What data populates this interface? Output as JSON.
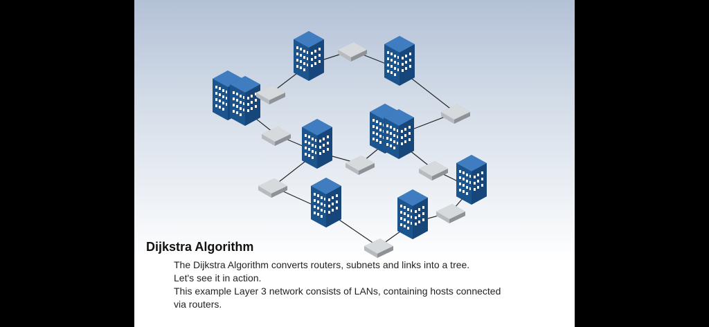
{
  "slide": {
    "title": "Dijkstra Algorithm",
    "lines": [
      "The Dijkstra Algorithm converts routers, subnets and links into a tree.",
      "Let's see it in action.",
      "This example Layer 3 network consists of LANs, containing hosts connected",
      "via routers."
    ]
  },
  "diagram": {
    "building_color": "#1f5d9a",
    "router_color": "#cfd2d6",
    "link_color": "#222222",
    "building_icon": "office-building-icon",
    "router_icon": "router-icon"
  }
}
